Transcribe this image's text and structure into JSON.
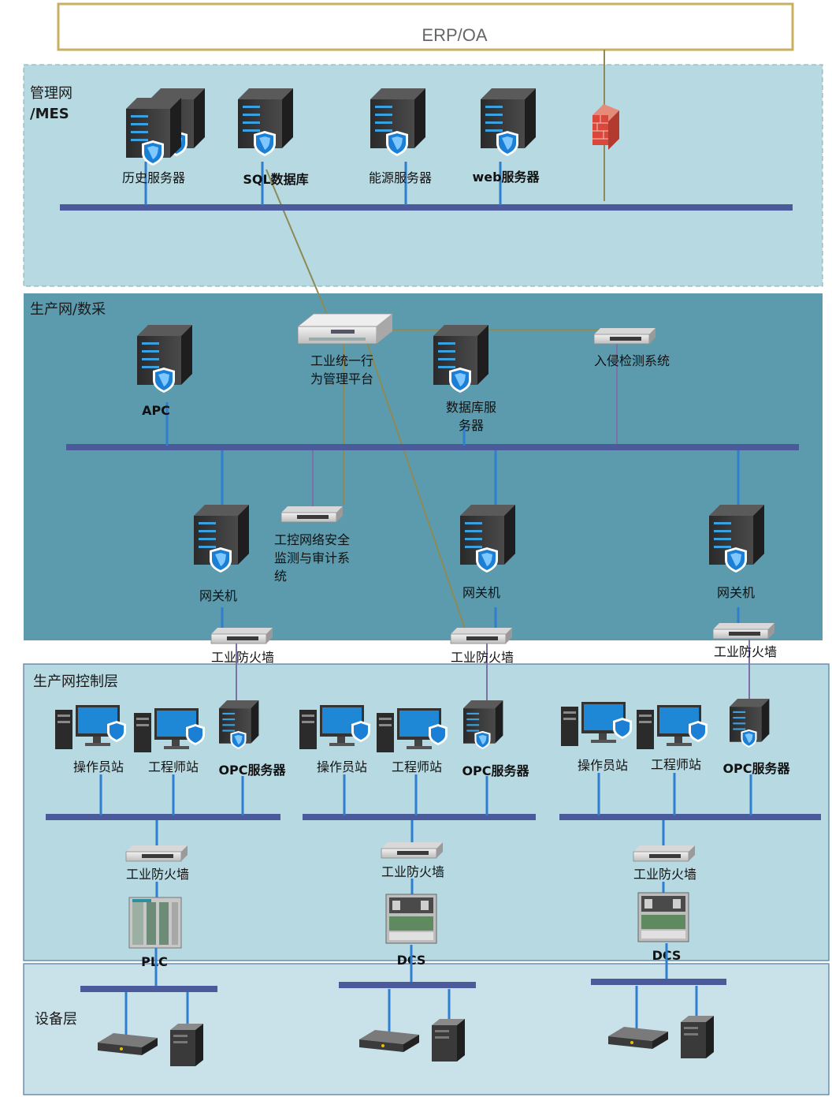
{
  "erp": {
    "label": "ERP/OA"
  },
  "zones": {
    "mes": {
      "label_line1": "管理网",
      "label_line2": "/MES"
    },
    "production": {
      "label": "生产网/数采"
    },
    "control": {
      "label": "生产网控制层"
    },
    "device": {
      "label": "设备层"
    }
  },
  "mes_nodes": {
    "history": "历史服务器",
    "sql": "SQL数据库",
    "energy": "能源服务器",
    "web": "web服务器"
  },
  "production_nodes": {
    "apc": "APC",
    "platform_line1": "工业统一行",
    "platform_line2": "为管理平台",
    "db_server_line1": "数据库服",
    "db_server_line2": "务器",
    "ids": "入侵检测系统",
    "audit_line1": "工控网络安全",
    "audit_line2": "监测与审计系",
    "audit_line3": "统",
    "gateway": "网关机",
    "firewall": "工业防火墙"
  },
  "control_nodes": {
    "operator": "操作员站",
    "engineer": "工程师站",
    "opc": "OPC服务器",
    "firewall": "工业防火墙",
    "plc": "PLC",
    "dcs": "DCS"
  },
  "colors": {
    "bus": "#4a5a9a",
    "uplink": "#2f7fd0",
    "olive": "#8d8a55",
    "purple": "#7e6fa6",
    "mes_bg": "#b7d9e2",
    "prod_bg": "#5b9bad",
    "control_bg": "#b7d9e2",
    "device_bg": "#c9e2ea"
  }
}
